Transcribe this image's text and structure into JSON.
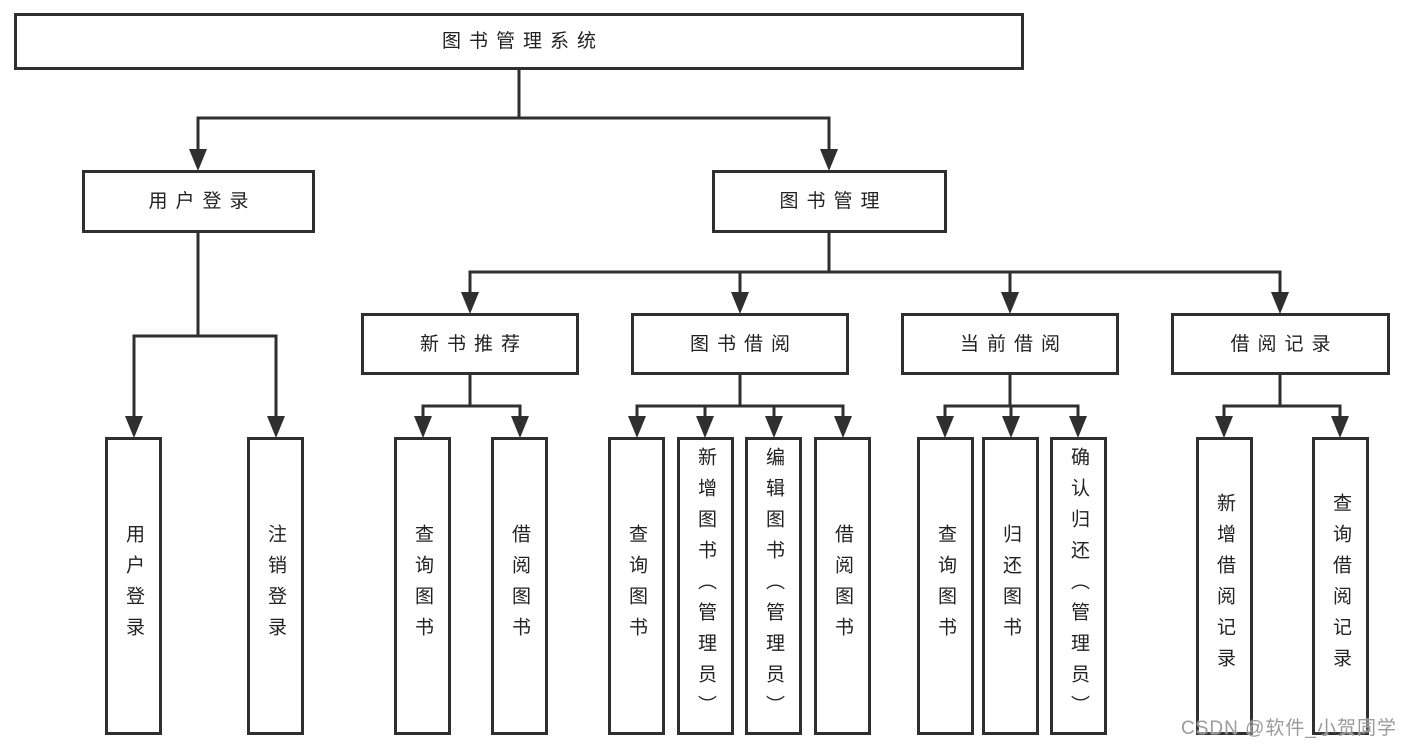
{
  "tree": {
    "root": {
      "label": "图书管理系统",
      "children": [
        {
          "label": "用户登录",
          "children": [
            {
              "label": "用户登录"
            },
            {
              "label": "注销登录"
            }
          ]
        },
        {
          "label": "图书管理",
          "children": [
            {
              "label": "新书推荐",
              "children": [
                {
                  "label": "查询图书"
                },
                {
                  "label": "借阅图书"
                }
              ]
            },
            {
              "label": "图书借阅",
              "children": [
                {
                  "label": "查询图书"
                },
                {
                  "label": "新增图书（管理员）"
                },
                {
                  "label": "编辑图书（管理员）"
                },
                {
                  "label": "借阅图书"
                }
              ]
            },
            {
              "label": "当前借阅",
              "children": [
                {
                  "label": "查询图书"
                },
                {
                  "label": "归还图书"
                },
                {
                  "label": "确认归还（管理员）"
                }
              ]
            },
            {
              "label": "借阅记录",
              "children": [
                {
                  "label": "新增借阅记录"
                },
                {
                  "label": "查询借阅记录"
                }
              ]
            }
          ]
        }
      ]
    }
  },
  "watermark": {
    "text": "CSDN @软件_小贺同学",
    "color": "#9b9b9b"
  },
  "colors": {
    "line": "#2f2f2f",
    "box_border": "#2f2f2f",
    "text": "#222222",
    "background": "#ffffff"
  }
}
